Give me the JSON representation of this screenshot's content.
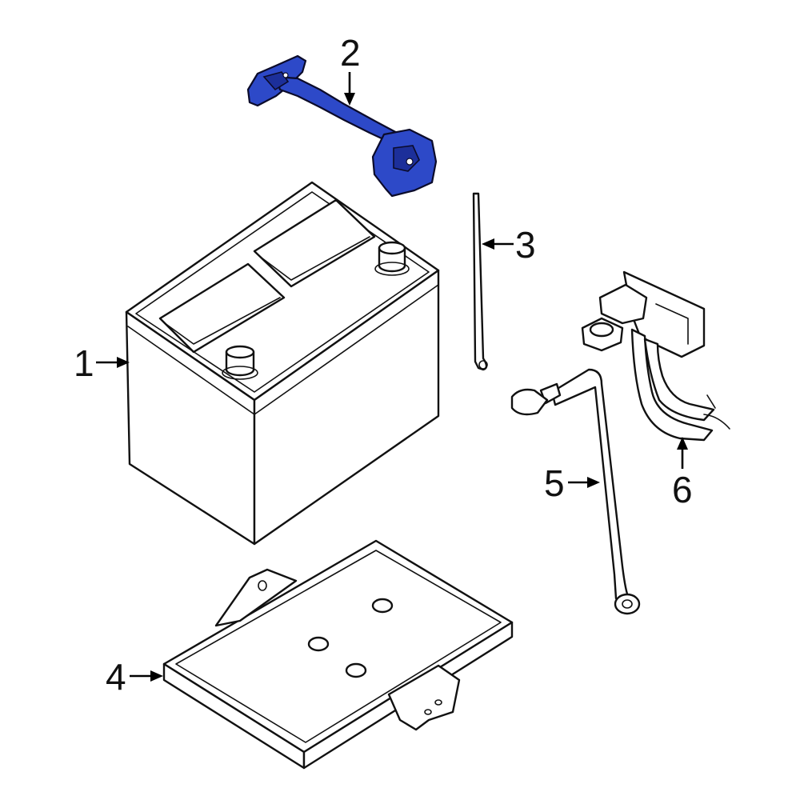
{
  "callouts": {
    "battery": "1",
    "hold_down": "2",
    "rod": "3",
    "tray": "4",
    "cable": "5",
    "harness": "6"
  },
  "colors": {
    "highlight": "#2d49c8",
    "line": "#111111",
    "background": "#ffffff"
  }
}
